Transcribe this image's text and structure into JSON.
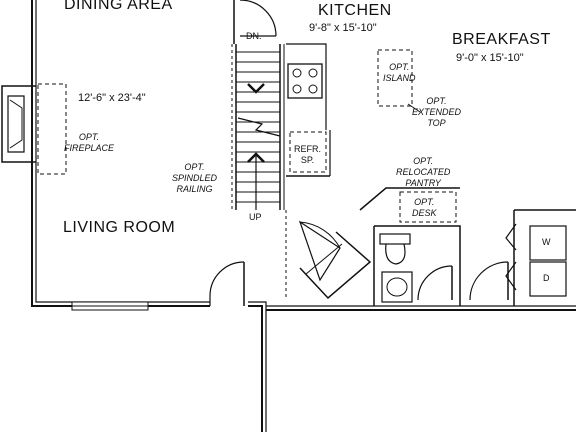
{
  "rooms": {
    "dining": {
      "name": "DINING AREA"
    },
    "kitchen": {
      "name": "KITCHEN",
      "size": "9'-8\" x 15'-10\""
    },
    "breakfast": {
      "name": "BREAKFAST",
      "size": "9'-0\" x 15'-10\""
    },
    "living": {
      "name": "LIVING ROOM",
      "size": "12'-6\" x 23'-4\""
    }
  },
  "labels": {
    "stairs_down": "DN.",
    "stairs_up": "UP",
    "opt_island_1": "OPT.",
    "opt_island_2": "ISLAND",
    "opt_ext_1": "OPT.",
    "opt_ext_2": "EXTENDED",
    "opt_ext_3": "TOP",
    "opt_fire_1": "OPT.",
    "opt_fire_2": "FIREPLACE",
    "opt_rail_1": "OPT.",
    "opt_rail_2": "SPINDLED",
    "opt_rail_3": "RAILING",
    "refr_1": "REFR.",
    "refr_2": "SP.",
    "opt_pantry_1": "OPT.",
    "opt_pantry_2": "RELOCATED",
    "opt_pantry_3": "PANTRY",
    "opt_desk_1": "OPT.",
    "opt_desk_2": "DESK",
    "washer": "W",
    "dryer": "D"
  }
}
